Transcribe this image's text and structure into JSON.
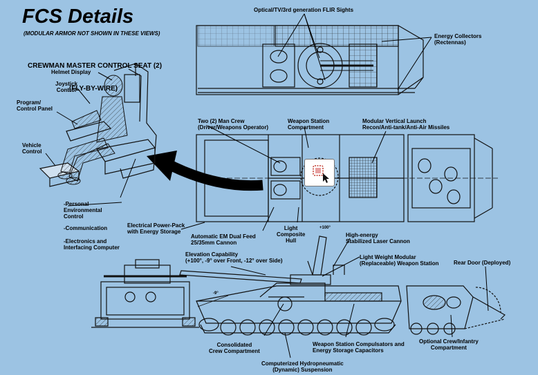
{
  "title": "FCS Details",
  "subtitle": "(MODULAR ARMOR NOT SHOWN IN THESE VIEWS)",
  "seat": {
    "heading_1": "CREWMAN MASTER CONTROL SEAT (2)",
    "heading_2": "(FLY-BY-WIRE)",
    "helmet": "Helmet Display",
    "joystick": "Joystick\nControl",
    "program": "Program/\nControl Panel",
    "vehicle": "Vehicle\nControl",
    "environment": "-Personal\nEnvironmental\nControl",
    "communication": "-Communication",
    "electronics": "-Electronics and\nInterfacing Computer"
  },
  "top_view": {
    "flir": "Optical/TV/3rd generation FLIR Sights",
    "energy": "Energy Collectors\n(Rectennas)"
  },
  "plan_view": {
    "crew": "Two (2) Man Crew\n(Driver/Weapons Operator)",
    "weapon_station": "Weapon Station\nCompartment",
    "vls": "Modular Vertical Launch\nRecon/Anti-tank/Anti-Air Missiles",
    "power": "Electrical Power-Pack\nwith Energy Storage",
    "em_feed": "Automatic EM Dual Feed\n25/35mm Cannon",
    "hull": "Light\nComposite\nHull"
  },
  "side_view": {
    "angle": "+100°",
    "laser": "High-energy\nStabilized Laser Cannon",
    "elevation": "Elevation Capability\n(+100°, -9° over Front, -12° over Side)",
    "lw_station": "Light Weight Modular\n(Replaceable) Weapon Station",
    "minus9": "-9°",
    "rear_door": "Rear Door (Deployed)",
    "consolidated": "Consolidated\nCrew Compartment",
    "compulsators": "Weapon Station Compulsators and\nEnergy Storage Capacitors",
    "suspension": "Computerized Hydropneumatic\n(Dynamic) Suspension",
    "optional": "Optional Crew/Infantry\nCompartment"
  }
}
